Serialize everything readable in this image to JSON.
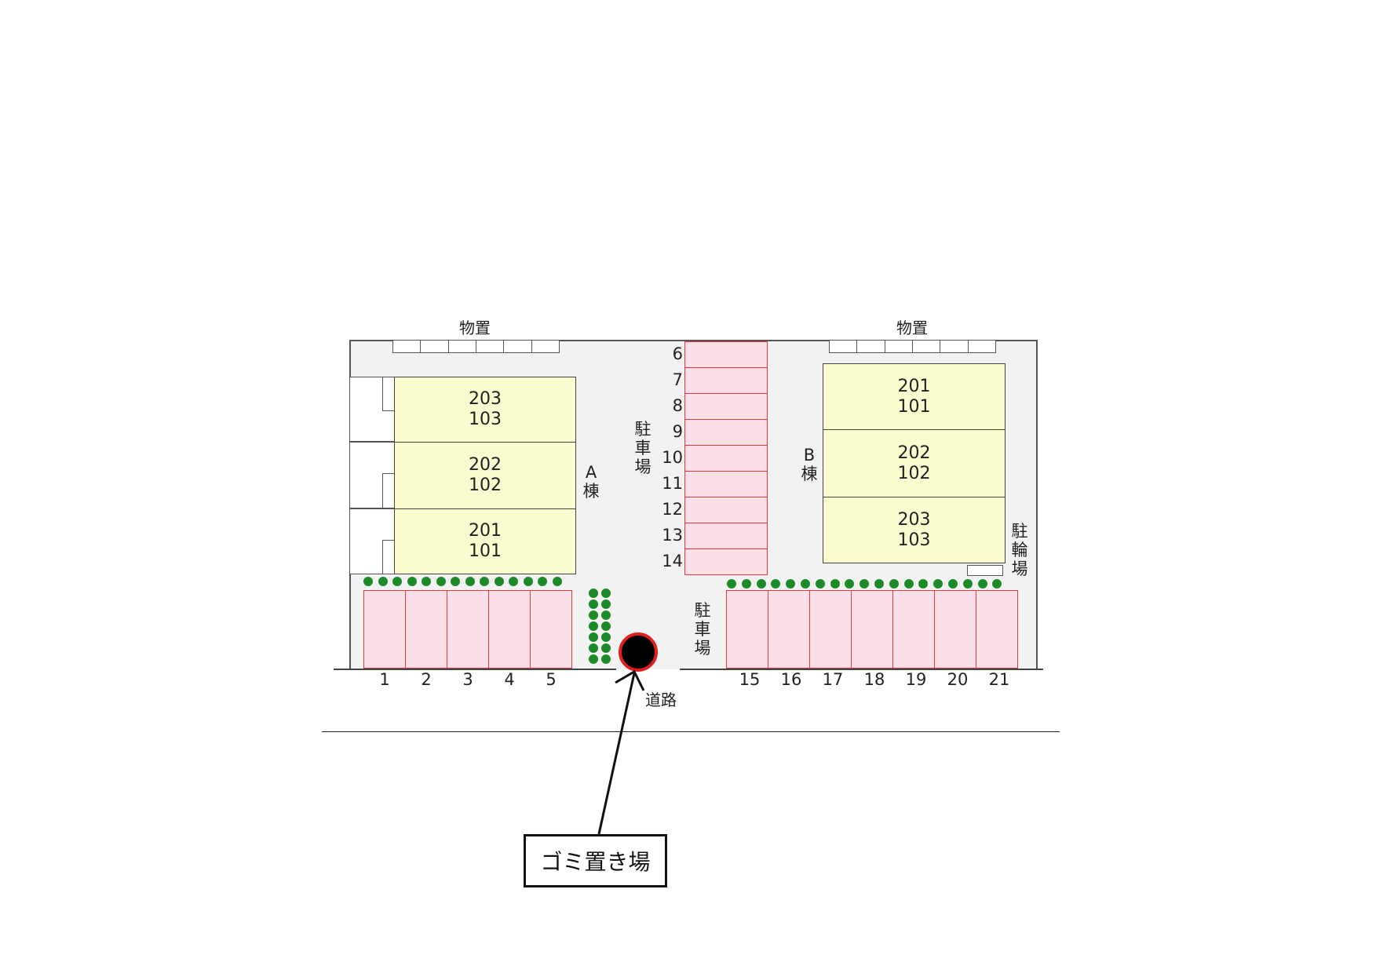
{
  "storage_label": "物置",
  "building_a": {
    "label": [
      "A",
      "棟"
    ],
    "units": [
      {
        "upper": "203",
        "lower": "103"
      },
      {
        "upper": "202",
        "lower": "102"
      },
      {
        "upper": "201",
        "lower": "101"
      }
    ]
  },
  "building_b": {
    "label": [
      "B",
      "棟"
    ],
    "units": [
      {
        "upper": "201",
        "lower": "101"
      },
      {
        "upper": "202",
        "lower": "102"
      },
      {
        "upper": "203",
        "lower": "103"
      }
    ]
  },
  "parking_label": [
    "駐",
    "車",
    "場"
  ],
  "bicycle_parking_label": [
    "駐",
    "輪",
    "場"
  ],
  "road_label": "道路",
  "garbage_label": "ゴミ置き場",
  "parking_bottom_left": [
    "1",
    "2",
    "3",
    "4",
    "5"
  ],
  "parking_center": [
    "6",
    "7",
    "8",
    "9",
    "10",
    "11",
    "12",
    "13",
    "14"
  ],
  "parking_bottom_right": [
    "15",
    "16",
    "17",
    "18",
    "19",
    "20",
    "21"
  ],
  "colors": {
    "building_fill": "#fbfbd0",
    "parking_fill": "#fbe0ea",
    "parking_border": "#e23a3a",
    "tree": "#1d8a2a",
    "garbage_marker_ring": "#e02020"
  }
}
